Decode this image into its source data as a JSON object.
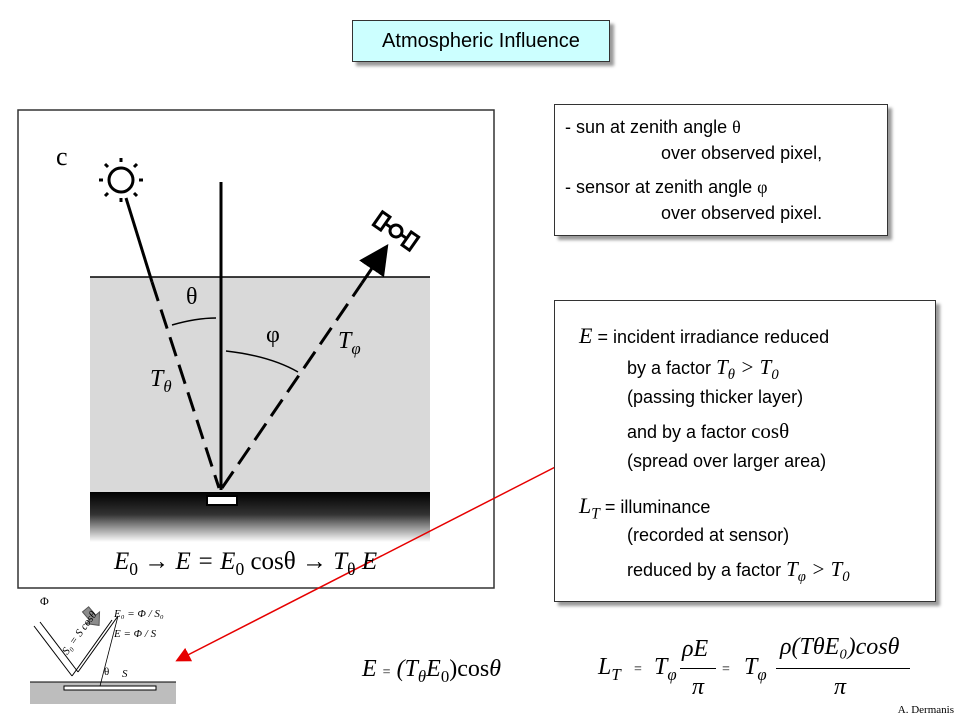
{
  "title": "Atmospheric Influence",
  "diagram": {
    "panel_letter": "c",
    "theta": "θ",
    "phi": "φ",
    "t_theta": {
      "base": "T",
      "sub": "θ"
    },
    "t_phi": {
      "base": "T",
      "sub": "φ"
    },
    "chain": {
      "e0_base": "E",
      "e0_sub": "0",
      "arrow1": "→",
      "mid": "E = E",
      "mid_sub": "0",
      "cos": "cosθ",
      "arrow2": "→",
      "end_base": "T",
      "end_sub": "θ",
      "end": "E"
    }
  },
  "sun_box": {
    "line1": "- sun at zenith angle",
    "line1_sym": "θ",
    "line2": "over observed pixel,",
    "line3": "- sensor at zenith angle",
    "line3_sym": "φ",
    "line4": "over observed pixel."
  },
  "info_box": {
    "e_symbol": "E",
    "e_def": "= incident irradiance reduced",
    "factor1_prefix": "by a factor",
    "factor1_expr": {
      "T": "T",
      "sub": "θ",
      "gt": ">",
      "T0": "T",
      "sub0": "0"
    },
    "layer": "(passing thicker layer)",
    "factor2_prefix": "and by a factor",
    "factor2_expr": "cosθ",
    "spread": "(spread over larger area)",
    "lt_base": "L",
    "lt_sub": "T",
    "lt_def": "= illuminance",
    "recorded": "(recorded at sensor)",
    "factor3_prefix": "reduced by a factor",
    "factor3_expr": {
      "T": "T",
      "sub": "φ",
      "gt": ">",
      "T0": "T",
      "sub0": "0"
    }
  },
  "small_figure": {
    "phi": "Φ",
    "s0_label": "S₀ = S cosθ",
    "eq1": "E₀ = Φ / S₀",
    "eq2": "E = Φ / S",
    "theta": "θ",
    "s": "S"
  },
  "formula1": {
    "lhs": "E",
    "eq": "=",
    "paren": "(T",
    "sub1": "θ",
    "mid": "E",
    "sub2": "0",
    "close": ")",
    "cos": "cos",
    "theta": "θ"
  },
  "formula2": {
    "lt": "L",
    "lt_sub": "T",
    "eq1": "=",
    "t1": "T",
    "t1_sub": "φ",
    "frac1_num": "ρE",
    "frac1_den": "π",
    "eq2": "=",
    "t2": "T",
    "t2_sub": "φ",
    "frac2_num": "ρ(TθE₀)cosθ",
    "frac2_den": "π"
  },
  "credit": "A. Dermanis"
}
